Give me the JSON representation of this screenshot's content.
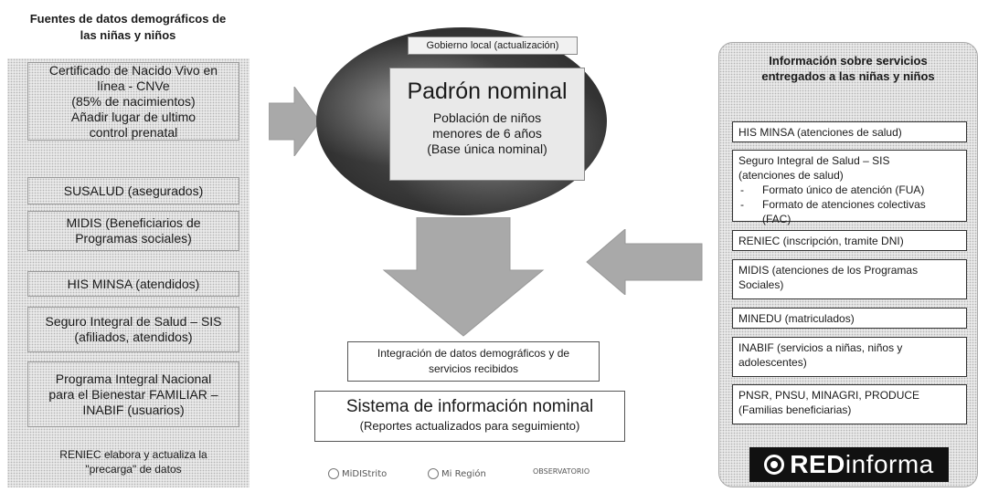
{
  "left": {
    "title": "Fuentes de datos demográficos de\nlas niñas y niños",
    "boxes": [
      "Certificado de Nacido Vivo en\nlínea - CNVe\n(85% de nacimientos)\nAñadir lugar de ultimo\ncontrol prenatal",
      "SUSALUD (asegurados)",
      "MIDIS (Beneficiarios de\nProgramas sociales)",
      "HIS MINSA (atendidos)",
      "Seguro Integral de Salud – SIS\n(afiliados, atendidos)",
      "Programa Integral Nacional\npara el Bienestar FAMILIAR –\nINABIF (usuarios)",
      "RENIEC elabora y actualiza la\n\"precarga\" de datos"
    ]
  },
  "center": {
    "ellipse_tag": "Gobierno local (actualización)",
    "padron_title": "Padrón nominal",
    "padron_desc": "Población de niños\nmenores de 6 años\n(Base única nominal)",
    "integration": "Integración de datos demográficos y de servicios recibidos",
    "sistema_title": "Sistema de información nominal",
    "sistema_sub": "(Reportes actualizados para seguimiento)",
    "logos": [
      "MiDIStrito",
      "Mi Región",
      "OBSERVATORIO"
    ]
  },
  "right": {
    "title": "Información sobre servicios\nentregados a las niñas y niños",
    "box1": "HIS MINSA (atenciones de salud)",
    "box2_head": "Seguro Integral de Salud – SIS\n(atenciones de salud)",
    "box2_items": [
      "Formato único de atención (FUA)",
      "Formato de atenciones colectivas\n(FAC)"
    ],
    "box3": "RENIEC (inscripción, tramite DNI)",
    "box4": "MIDIS (atenciones de los Programas\nSociales)",
    "box5": "MINEDU (matriculados)",
    "box6": "INABIF (servicios a niñas, niños y\nadolescentes)",
    "box7": "PNSR, PNSU, MINAGRI, PRODUCE\n(Familias beneficiarias)",
    "brand_bold": "RED",
    "brand_rest": "informa"
  },
  "colors": {
    "arrow": "#a9a9a9",
    "panel_fill": "#e9e9e9",
    "dark": "#111111"
  }
}
